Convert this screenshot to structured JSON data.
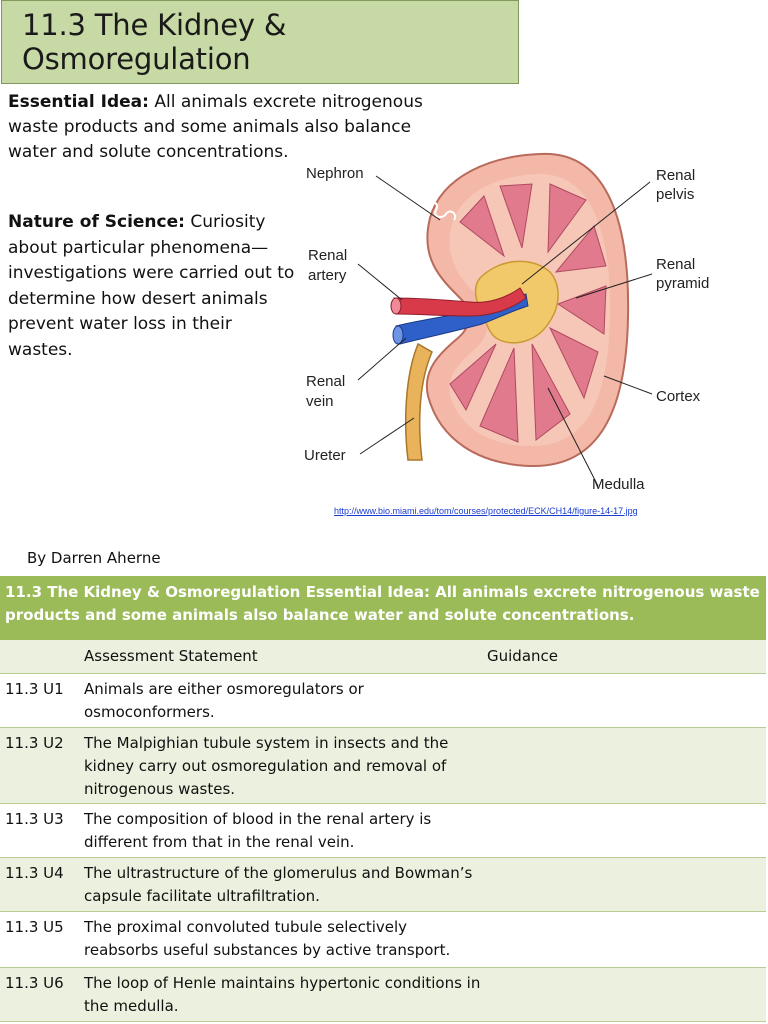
{
  "title": "11.3 The Kidney & Osmoregulation",
  "essential_idea": {
    "label": "Essential Idea:",
    "text": " All animals excrete nitrogenous waste products and some animals also balance water and solute concentrations."
  },
  "nature_of_science": {
    "label": "Nature of Science:",
    "text": " Curiosity about particular phenomena—investigations were carried out to determine how desert animals prevent water loss in their wastes."
  },
  "figure": {
    "labels": {
      "nephron": "Nephron",
      "renal_artery_1": "Renal",
      "renal_artery_2": "artery",
      "renal_vein_1": "Renal",
      "renal_vein_2": "vein",
      "ureter": "Ureter",
      "renal_pelvis_1": "Renal",
      "renal_pelvis_2": "pelvis",
      "renal_pyramid_1": "Renal",
      "renal_pyramid_2": "pyramid",
      "cortex": "Cortex",
      "medulla": "Medulla"
    },
    "colors": {
      "cortex": "#f4b8a8",
      "pyramid": "#e07a8c",
      "pelvis": "#f2c96a",
      "artery": "#d83a4a",
      "vein": "#2f5fc8",
      "ureter": "#e8b35a"
    }
  },
  "source_link": "http://www.bio.miami.edu/tom/courses/protected/ECK/CH14/figure-14-17.jpg",
  "byline": "By Darren Aherne",
  "table": {
    "header": "11.3 The Kidney & Osmoregulation  Essential Idea: All animals excrete nitrogenous waste products and some animals also balance water and solute concentrations.",
    "col_assessment": "Assessment Statement",
    "col_guidance": "Guidance",
    "rows": [
      {
        "code": "11.3 U1",
        "statement": "Animals are either osmoregulators or osmoconformers."
      },
      {
        "code": "11.3 U2",
        "statement": "The Malpighian tubule system in insects and the kidney carry out osmoregulation and removal of nitrogenous wastes."
      },
      {
        "code": "11.3 U3",
        "statement": "The composition of blood in the renal artery is different from that in the renal vein."
      },
      {
        "code": "11.3 U4",
        "statement": "The ultrastructure of the glomerulus and Bowman’s capsule facilitate ultrafiltration."
      },
      {
        "code": "11.3 U5",
        "statement": "The proximal convoluted tubule selectively reabsorbs useful substances by active transport."
      },
      {
        "code": "11.3 U6",
        "statement": "The loop of Henle maintains hypertonic conditions in the medulla."
      }
    ]
  }
}
